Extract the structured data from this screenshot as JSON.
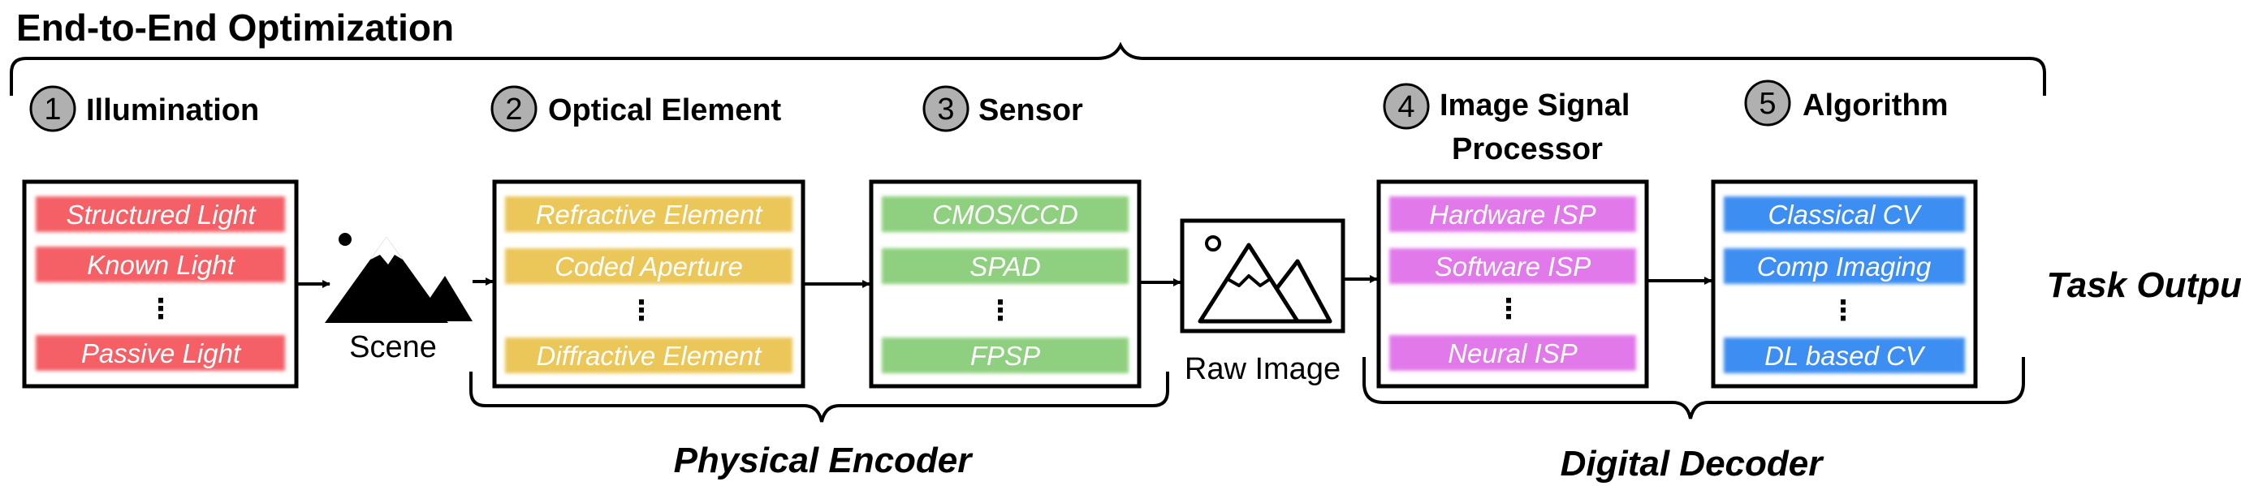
{
  "title": "End-to-End Optimization",
  "stages": [
    {
      "num": "1",
      "title": "Illumination",
      "color": "#f46166",
      "items": [
        "Structured Light",
        "Known Light",
        "Passive Light"
      ]
    },
    {
      "num": "2",
      "title": "Optical Element",
      "color": "#ebc658",
      "items": [
        "Refractive Element",
        "Coded Aperture",
        "Diffractive Element"
      ]
    },
    {
      "num": "3",
      "title": "Sensor",
      "color": "#8ed07f",
      "items": [
        "CMOS/CCD",
        "SPAD",
        "FPSP"
      ]
    },
    {
      "num": "4",
      "title_lines": [
        "Image Signal",
        "Processor"
      ],
      "color": "#e179ea",
      "items": [
        "Hardware ISP",
        "Software ISP",
        "Neural ISP"
      ]
    },
    {
      "num": "5",
      "title": "Algorithm",
      "color": "#3d8ef2",
      "items": [
        "Classical CV",
        "Comp Imaging",
        "DL based CV"
      ]
    }
  ],
  "ellipsis": "⋮",
  "scene_label": "Scene",
  "raw_image_label": "Raw Image",
  "task_output_label": "Task Output",
  "physical_encoder_label": "Physical Encoder",
  "digital_decoder_label": "Digital Decoder",
  "circle_color": "#b0b0b0"
}
